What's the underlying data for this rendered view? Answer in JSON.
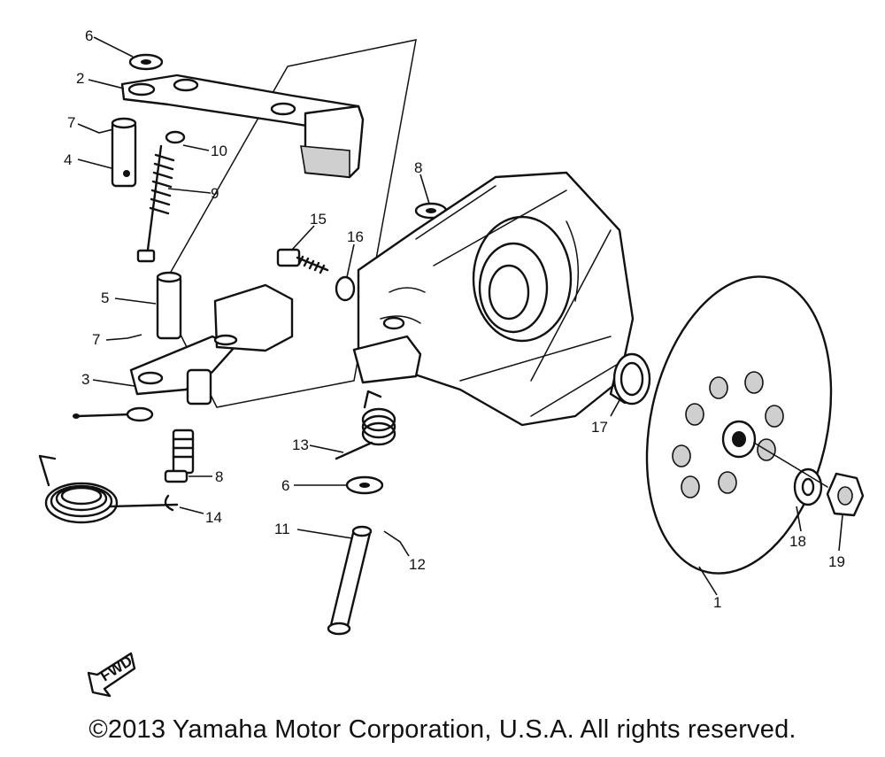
{
  "diagram": {
    "callouts": {
      "c1": "1",
      "c2": "2",
      "c3": "3",
      "c4": "4",
      "c5": "5",
      "c6a": "6",
      "c6b": "6",
      "c7a": "7",
      "c7b": "7",
      "c8a": "8",
      "c8b": "8",
      "c9": "9",
      "c10": "10",
      "c11": "11",
      "c12": "12",
      "c13": "13",
      "c14": "14",
      "c15": "15",
      "c16": "16",
      "c17": "17",
      "c18": "18",
      "c19": "19"
    },
    "fwd_label": "FWD"
  },
  "footer": {
    "copyright": "©2013 Yamaha Motor Corporation, U.S.A. All rights reserved."
  }
}
